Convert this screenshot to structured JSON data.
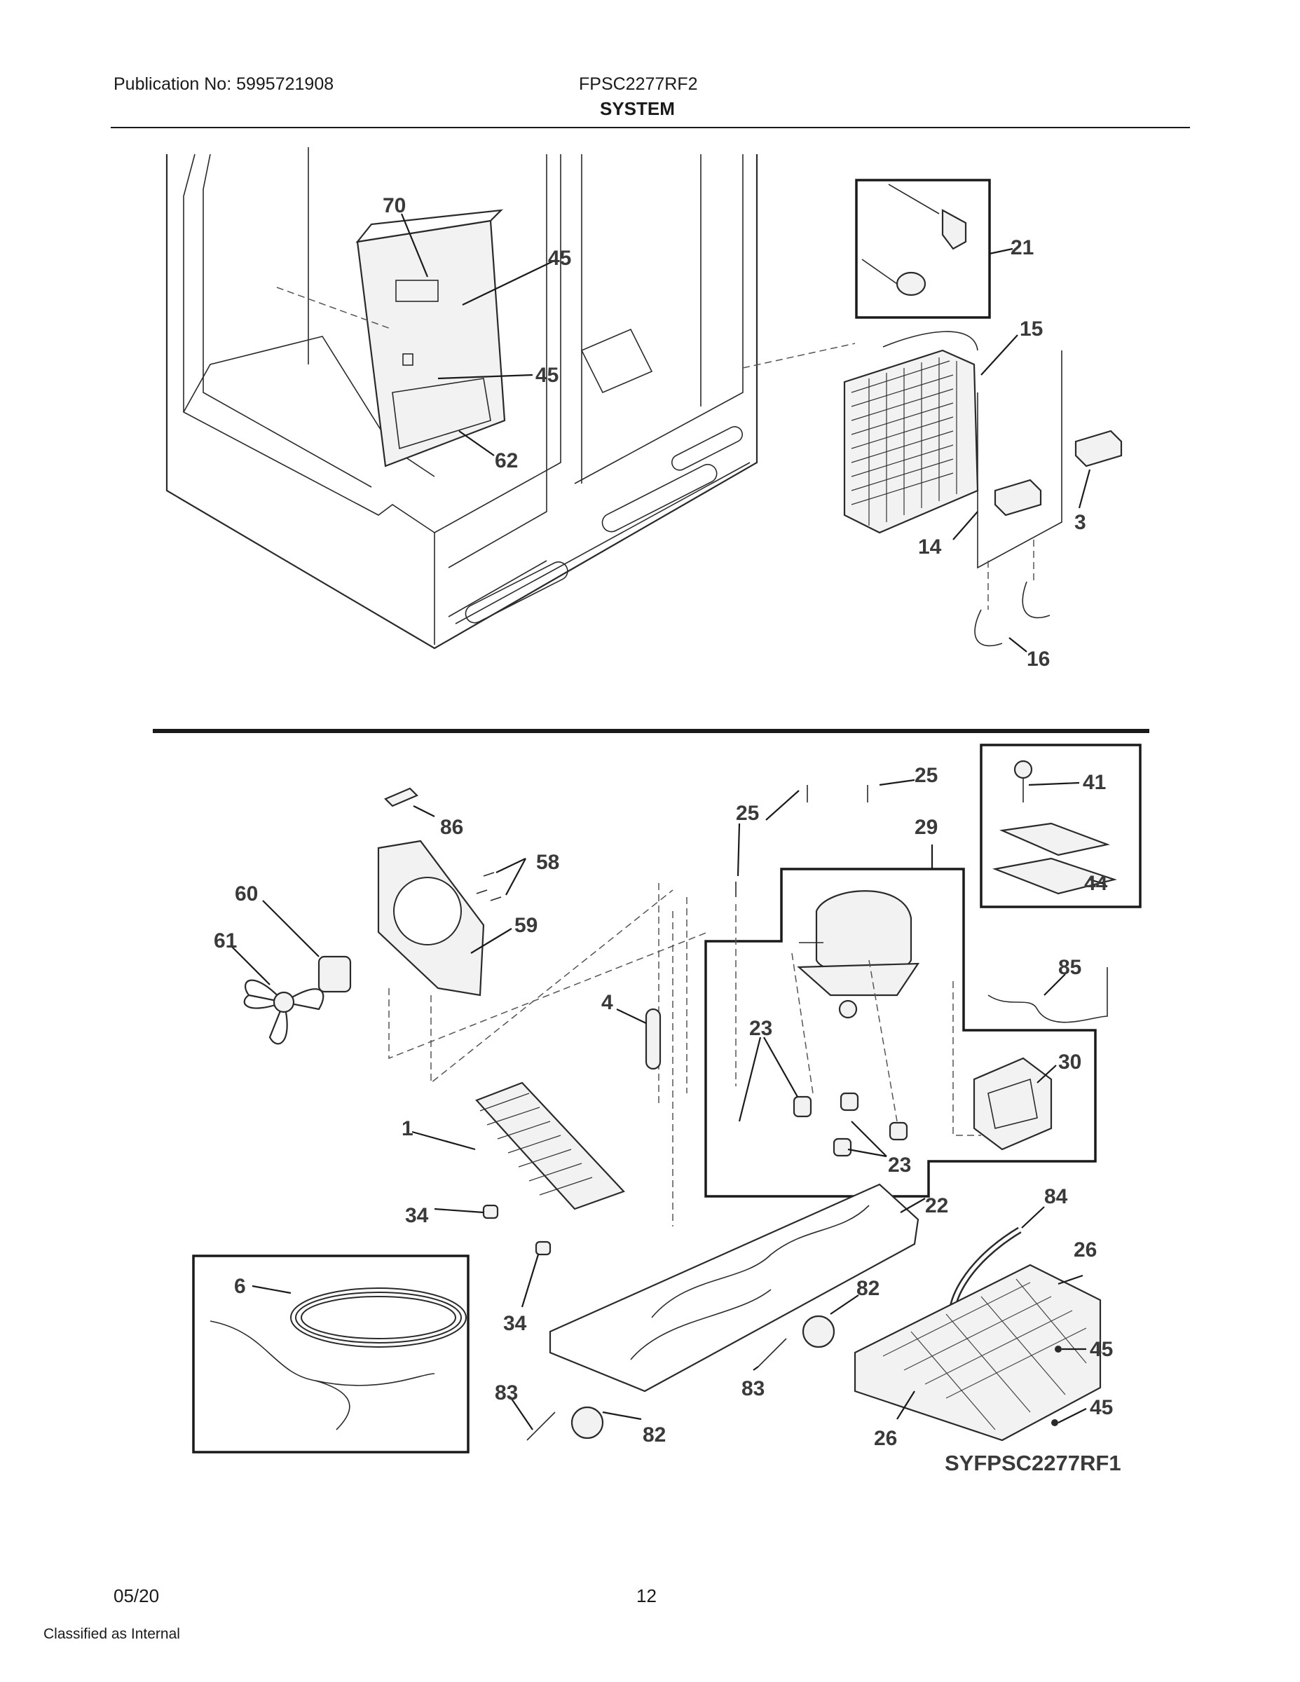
{
  "header": {
    "publication": "Publication No: 5995721908",
    "model": "FPSC2277RF2",
    "section": "SYSTEM"
  },
  "diagram_code": "SYFPSC2277RF1",
  "callouts": {
    "c70": "70",
    "c45a": "45",
    "c45b": "45",
    "c62": "62",
    "c21": "21",
    "c15": "15",
    "c3": "3",
    "c14": "14",
    "c16": "16",
    "c86": "86",
    "c58": "58",
    "c60": "60",
    "c59": "59",
    "c61": "61",
    "c4": "4",
    "c1": "1",
    "c34a": "34",
    "c34b": "34",
    "c6": "6",
    "c25a": "25",
    "c25b": "25",
    "c29": "29",
    "c41": "41",
    "c44": "44",
    "c85": "85",
    "c30": "30",
    "c23a": "23",
    "c23b": "23",
    "c22": "22",
    "c84": "84",
    "c26a": "26",
    "c26b": "26",
    "c82a": "82",
    "c82b": "82",
    "c83a": "83",
    "c83b": "83",
    "c45c": "45",
    "c45d": "45"
  },
  "footer": {
    "date": "05/20",
    "page": "12",
    "classification": "Classified as Internal"
  }
}
